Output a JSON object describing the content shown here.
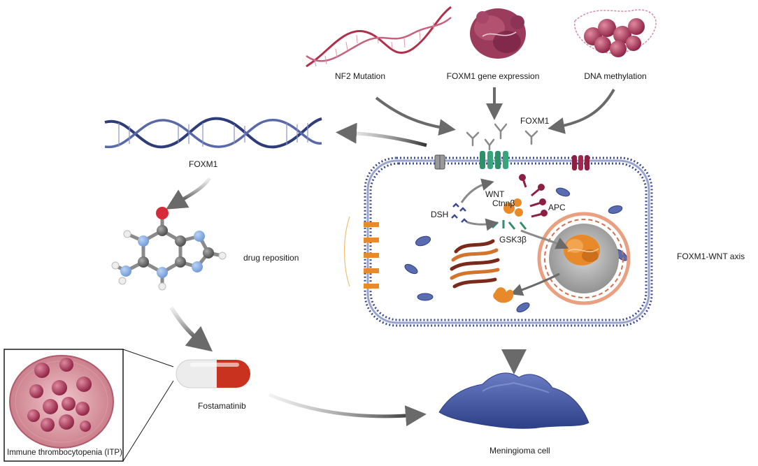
{
  "labels": {
    "nf2_mutation": "NF2 Mutation",
    "foxm1_gene_expression": "FOXM1 gene expression",
    "dna_methylation": "DNA methylation",
    "foxm1_top": "FOXM1",
    "foxm1_left": "FOXM1",
    "drug_reposition": "drug reposition",
    "fostamatinib": "Fostamatinib",
    "itp": "Immune thrombocytopenia (ITP)",
    "wnt": "WNT",
    "dsh": "DSH",
    "ctnnb": "Ctnnβ",
    "apc": "APC",
    "gsk3b": "GSK3β",
    "foxm1_wnt_axis": "FOXM1-WNT axis",
    "meningioma_cell": "Meningioma cell"
  },
  "colors": {
    "dna_blue": "#3a4a8a",
    "dna_red": "#b0304a",
    "membrane": "#3d4b8c",
    "arrow": "#5a5a5a",
    "nucleus": "#9a9a9a",
    "orange": "#e88a2a",
    "pill_red": "#c8321e",
    "itp_red": "#a8264a",
    "meningioma": "#3f53a0",
    "wnt_green": "#2f8f6a"
  }
}
